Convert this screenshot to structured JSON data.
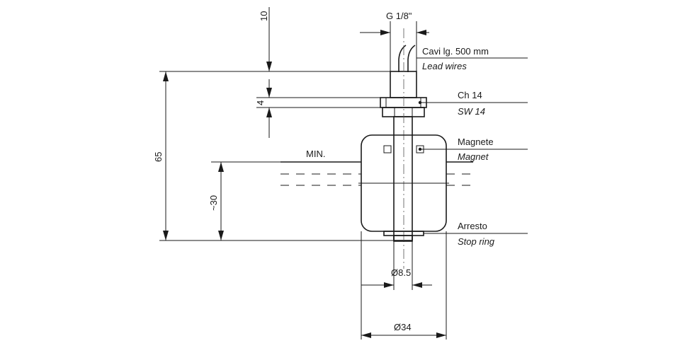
{
  "dimensions": {
    "top_offset": "10",
    "thread": "G 1/8\"",
    "nut_height": "4",
    "total_height": "65",
    "level_depth": "~30",
    "stem_diameter": "Ø8.5",
    "float_diameter": "Ø34"
  },
  "labels": {
    "min_level": "MIN.",
    "cables_it": "Cavi lg. 500 mm",
    "cables_en": "Lead wires",
    "hex_it": "Ch 14",
    "hex_en": "SW 14",
    "magnet_it": "Magnete",
    "magnet_en": "Magnet",
    "stop_it": "Arresto",
    "stop_en": "Stop ring"
  },
  "colors": {
    "line": "#1a1a1a",
    "background": "#ffffff"
  }
}
